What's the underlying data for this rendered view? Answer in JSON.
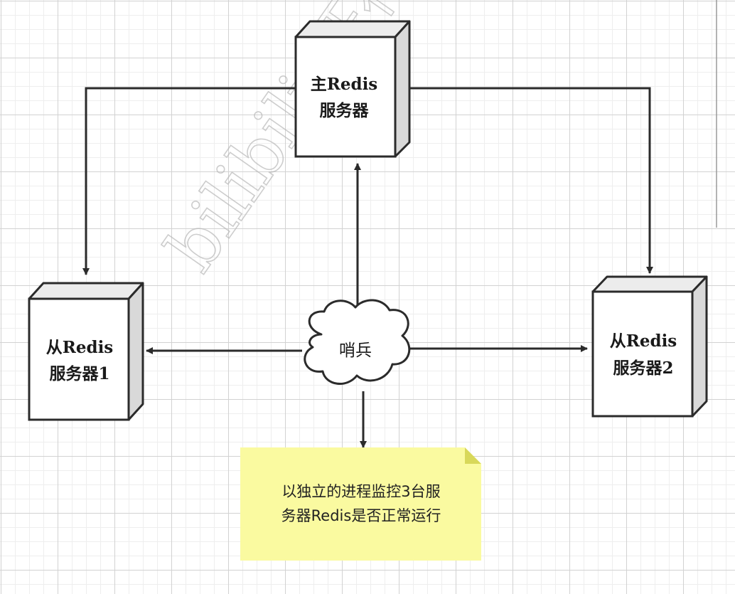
{
  "nodes": {
    "master": {
      "line1": "主Redis",
      "line2": "服务器"
    },
    "slave1": {
      "line1": "从Redis",
      "line2": "服务器1"
    },
    "slave2": {
      "line1": "从Redis",
      "line2": "服务器2"
    },
    "sentinel": {
      "label": "哨兵"
    }
  },
  "note": {
    "line1": "以独立的进程监控3台服",
    "line2": "务器Redis是否正常运行"
  },
  "watermark": {
    "text": "bilibili·狂神"
  },
  "colors": {
    "stroke": "#2b2b2b",
    "note_fill": "#fafaa0",
    "note_fold": "#d8d85a",
    "box_side": "#d9d9d9",
    "box_top": "#ececec",
    "grid": "#d2d2d2"
  }
}
